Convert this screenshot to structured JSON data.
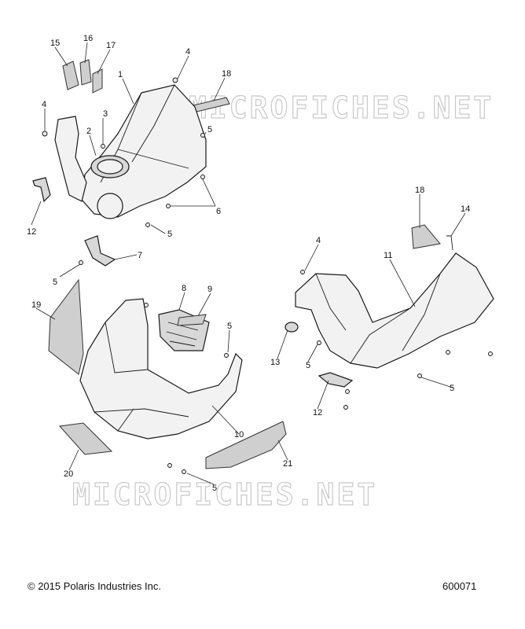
{
  "footer": {
    "copyright": "© 2015 Polaris Industries Inc.",
    "diagram_number": "600071"
  },
  "watermark": {
    "text": "MICROFICHES.NET"
  },
  "callouts": [
    "15",
    "16",
    "17",
    "4",
    "18",
    "1",
    "4",
    "3",
    "5",
    "2",
    "6",
    "12",
    "5",
    "7",
    "5",
    "19",
    "8",
    "9",
    "5",
    "10",
    "20",
    "5",
    "21",
    "18",
    "14",
    "4",
    "11",
    "13",
    "5",
    "12",
    "5"
  ]
}
